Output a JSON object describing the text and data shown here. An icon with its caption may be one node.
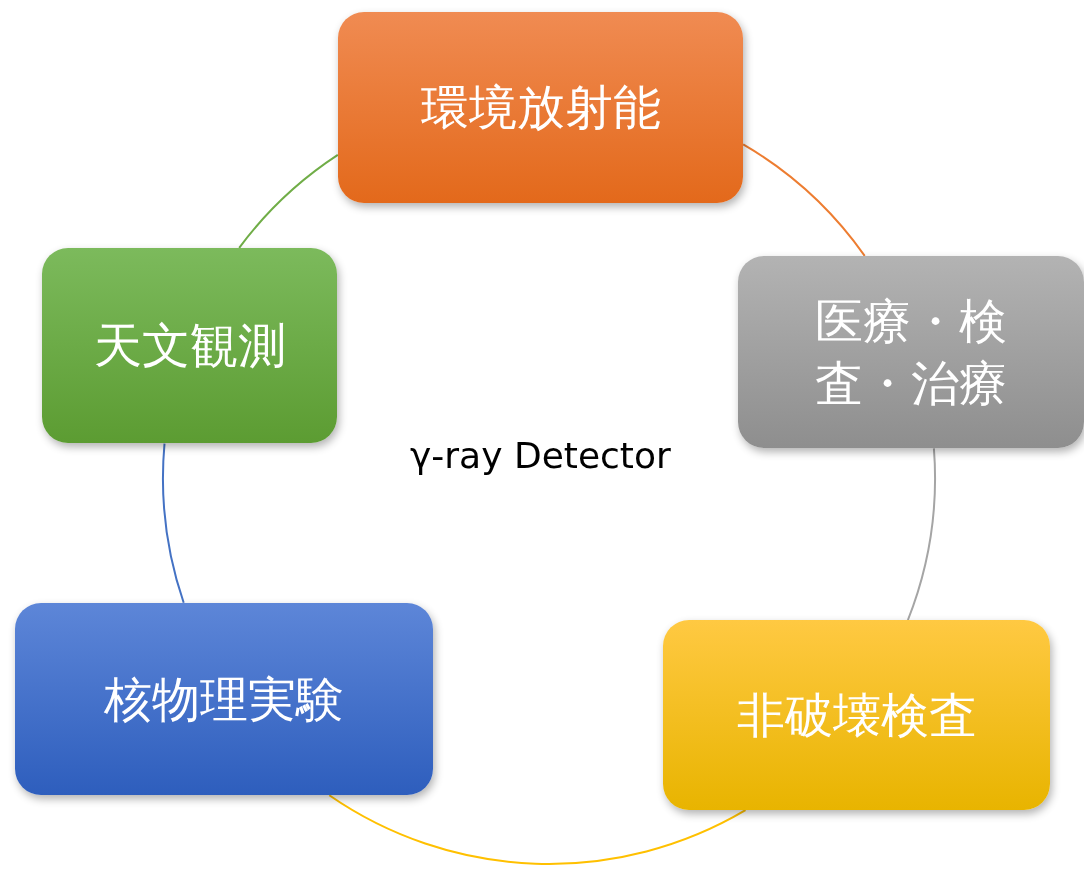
{
  "diagram": {
    "nodes": [
      {
        "text": [
          "環境放射能"
        ]
      },
      {
        "text": [
          "医療・検査・治療"
        ]
      },
      {
        "text": [
          "非破壊検査"
        ]
      },
      {
        "text": [
          "核物理実験"
        ]
      },
      {
        "text": [
          "天文観測"
        ]
      }
    ],
    "edges": [
      {
        "from": 0,
        "to": 1,
        "arrow": "none",
        "color": "#ed7d31"
      },
      {
        "from": 1,
        "to": 2,
        "arrow": "none",
        "color": "#a5a5a5"
      },
      {
        "from": 2,
        "to": 3,
        "arrow": "none",
        "color": "#ffc000"
      },
      {
        "from": 3,
        "to": 4,
        "arrow": "none",
        "color": "#4472c4"
      },
      {
        "from": 4,
        "to": 0,
        "arrow": "none",
        "color": "#70ad47"
      }
    ],
    "labels": [
      "γ-ray Detector"
    ]
  }
}
